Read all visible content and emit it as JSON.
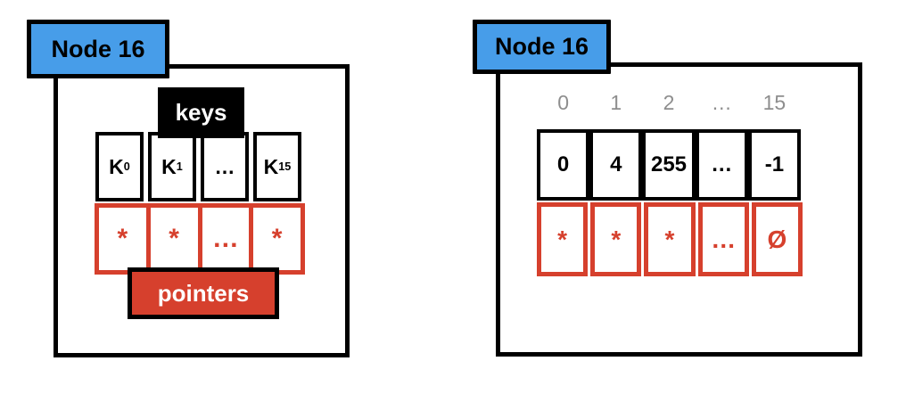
{
  "left": {
    "badge": "Node 16",
    "keys_label": "keys",
    "pointers_label": "pointers",
    "key_cells": [
      {
        "text": "K",
        "sub": "0"
      },
      {
        "text": "K",
        "sub": "1"
      },
      {
        "text": "…",
        "sub": ""
      },
      {
        "text": "K",
        "sub": "15"
      }
    ],
    "pointer_cells": [
      "*",
      "*",
      "…",
      "*"
    ]
  },
  "right": {
    "badge": "Node 16",
    "index_labels": [
      "0",
      "1",
      "2",
      "…",
      "15"
    ],
    "key_cells": [
      "0",
      "4",
      "255",
      "…",
      "-1"
    ],
    "pointer_cells": [
      "*",
      "*",
      "*",
      "…",
      "Ø"
    ]
  },
  "colors": {
    "badge_blue": "#479DE9",
    "pointer_red": "#D6402D",
    "index_gray": "#8E8E8E",
    "ink_black": "#000000"
  }
}
